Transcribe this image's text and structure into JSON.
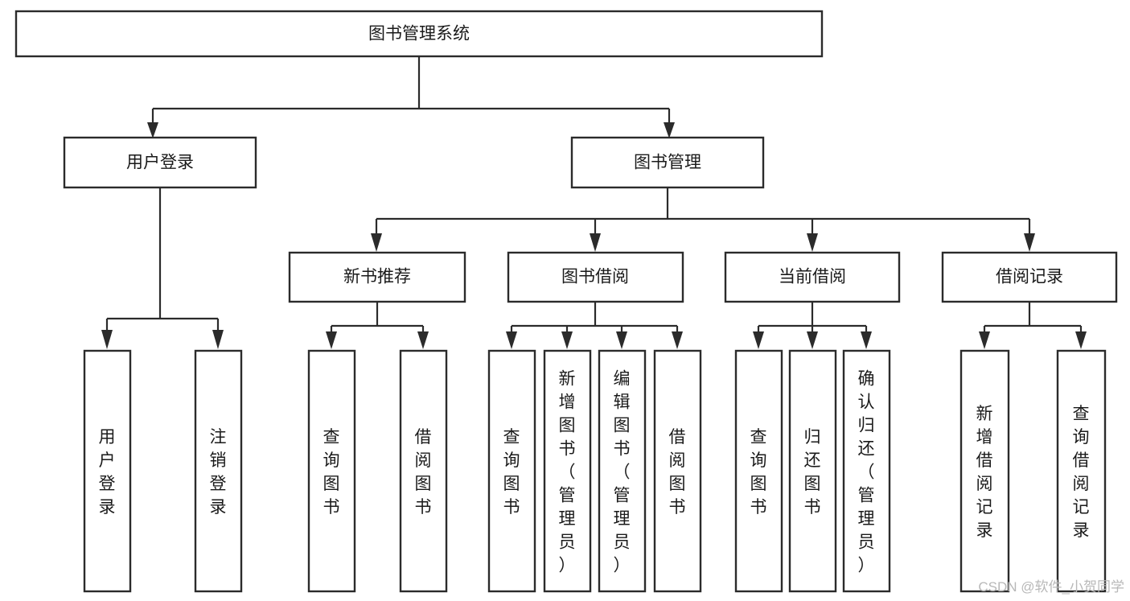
{
  "diagram": {
    "type": "tree",
    "title": "图书管理系统",
    "root": {
      "id": "root",
      "label": "图书管理系统",
      "orientation": "horizontal"
    },
    "level2": [
      {
        "id": "user-login",
        "label": "用户登录",
        "orientation": "horizontal"
      },
      {
        "id": "book-manage",
        "label": "图书管理",
        "orientation": "horizontal"
      }
    ],
    "level3": [
      {
        "id": "new-book-recommend",
        "label": "新书推荐",
        "orientation": "horizontal",
        "parent": "book-manage"
      },
      {
        "id": "book-borrow",
        "label": "图书借阅",
        "orientation": "horizontal",
        "parent": "book-manage"
      },
      {
        "id": "current-borrow",
        "label": "当前借阅",
        "orientation": "horizontal",
        "parent": "book-manage"
      },
      {
        "id": "borrow-record",
        "label": "借阅记录",
        "orientation": "horizontal",
        "parent": "book-manage"
      }
    ],
    "leaves": [
      {
        "id": "leaf-user-login",
        "label": "用户登录",
        "orientation": "vertical",
        "parent": "user-login"
      },
      {
        "id": "leaf-user-logout",
        "label": "注销登录",
        "orientation": "vertical",
        "parent": "user-login"
      },
      {
        "id": "leaf-query-book-1",
        "label": "查询图书",
        "orientation": "vertical",
        "parent": "new-book-recommend"
      },
      {
        "id": "leaf-borrow-book-1",
        "label": "借阅图书",
        "orientation": "vertical",
        "parent": "new-book-recommend"
      },
      {
        "id": "leaf-query-book-2",
        "label": "查询图书",
        "orientation": "vertical",
        "parent": "book-borrow"
      },
      {
        "id": "leaf-add-book",
        "label": "新增图书（管理员）",
        "orientation": "vertical",
        "parent": "book-borrow"
      },
      {
        "id": "leaf-edit-book",
        "label": "编辑图书（管理员）",
        "orientation": "vertical",
        "parent": "book-borrow"
      },
      {
        "id": "leaf-borrow-book-2",
        "label": "借阅图书",
        "orientation": "vertical",
        "parent": "book-borrow"
      },
      {
        "id": "leaf-query-book-3",
        "label": "查询图书",
        "orientation": "vertical",
        "parent": "current-borrow"
      },
      {
        "id": "leaf-return-book",
        "label": "归还图书",
        "orientation": "vertical",
        "parent": "current-borrow"
      },
      {
        "id": "leaf-confirm-return",
        "label": "确认归还（管理员）",
        "orientation": "vertical",
        "parent": "current-borrow"
      },
      {
        "id": "leaf-add-record",
        "label": "新增借阅记录",
        "orientation": "vertical",
        "parent": "borrow-record"
      },
      {
        "id": "leaf-query-record",
        "label": "查询借阅记录",
        "orientation": "vertical",
        "parent": "borrow-record"
      }
    ],
    "colors": {
      "box_fill": "#ffffff",
      "box_stroke": "#2b2b2b",
      "text": "#1a1a1a",
      "background": "#ffffff",
      "watermark": "#b8b8b8"
    }
  },
  "watermark": {
    "text": "CSDN @软件_小贺同学"
  }
}
